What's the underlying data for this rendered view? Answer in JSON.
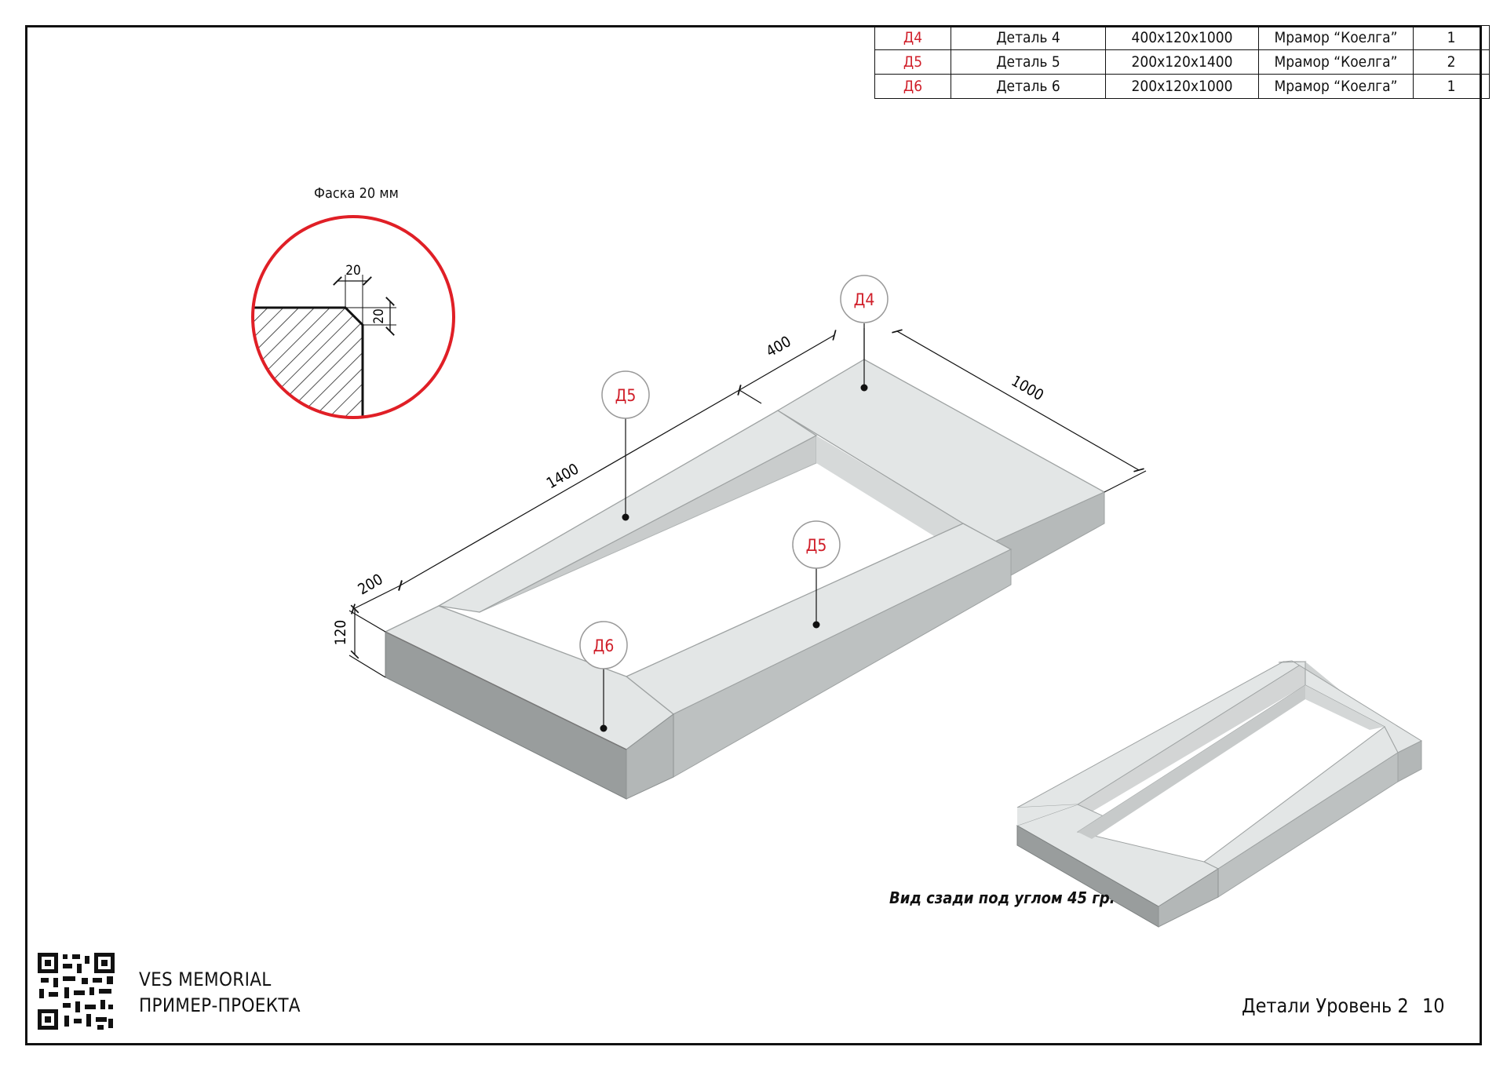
{
  "spec_table": {
    "rows": [
      {
        "code": "Д4",
        "name": "Деталь 4",
        "size": "400x120x1000",
        "material": "Мрамор “Коелга”",
        "qty": "1"
      },
      {
        "code": "Д5",
        "name": "Деталь 5",
        "size": "200x120x1400",
        "material": "Мрамор “Коелга”",
        "qty": "2"
      },
      {
        "code": "Д6",
        "name": "Деталь 6",
        "size": "200x120x1000",
        "material": "Мрамор “Коелга”",
        "qty": "1"
      }
    ]
  },
  "detail_view": {
    "title": "Фаска 20 мм",
    "dim_horizontal": "20",
    "dim_vertical": "20"
  },
  "dimensions": {
    "length": "1400",
    "d4_width": "400",
    "width": "1000",
    "beam_width": "200",
    "height": "120"
  },
  "callouts": {
    "d4": "Д4",
    "d5_back": "Д5",
    "d5_front": "Д5",
    "d6": "Д6"
  },
  "secondary_view_caption": "Вид сзади под углом 45 гр.",
  "title_block": {
    "company": "VES MEMORIAL",
    "project": "ПРИМЕР-ПРОЕКТА",
    "sheet_title": "Детали Уровень 2",
    "sheet_number": "10"
  },
  "colors": {
    "accent": "#d01f2a",
    "stone_top": "#e3e6e6",
    "stone_side": "#c2c6c6",
    "stone_dark": "#999d9d"
  },
  "icons": [
    "qr-code-icon"
  ]
}
